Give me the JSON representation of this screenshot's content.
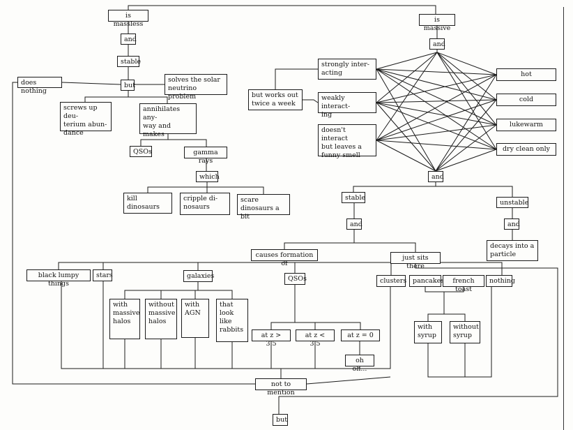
{
  "nodes": {
    "is_massless": "is massless",
    "and_1": "and",
    "stable_1": "stable",
    "but_1": "but",
    "does_nothing": "does nothing",
    "solves_solar": "solves the solar\nneutrino problem",
    "screws_up": "screws up deu-\nterium abun-\ndance",
    "annihilates": "annihilates any-\nway and makes",
    "qsos_1": "QSOs",
    "gamma_rays": "gamma rays",
    "which": "which",
    "kill_dinosaurs": "kill dinosaurs",
    "cripple": "cripple di-\nnosaurs",
    "scare": "scare dinosaurs a\nbit",
    "is_massive": "is massive",
    "and_2": "and",
    "strongly": "strongly inter-\nacting",
    "weakly": "weakly interact-\ning",
    "doesnt_interact": "doesn't interact\nbut leaves a\nfunny smell",
    "works_out": "but works out\ntwice a week",
    "hot": "hot",
    "cold": "cold",
    "lukewarm": "lukewarm",
    "dry_clean": "dry clean only",
    "and_3": "and",
    "stable_2": "stable",
    "unstable": "unstable",
    "and_4": "and",
    "and_5": "and",
    "decays": "decays into a\nparticle",
    "causes": "causes formation of",
    "just_sits": "just sits there",
    "black_lumpy": "black lumpy things",
    "stars": "stars",
    "galaxies": "galaxies",
    "qsos_2": "QSOs",
    "clusters": "clusters",
    "pancakes": "pancakes",
    "french_toast": "french toast",
    "nothing": "nothing",
    "with_halos": "with\nmassive\nhalos",
    "without_halos": "without\nmassive\nhalos",
    "with_agn": "with\nAGN",
    "rabbits": "that\nlook\nlike\nrabbits",
    "z_gt": "at z > 3.5",
    "z_lt": "at z < 3.5",
    "z_eq": "at z = 0",
    "oh_oh": "oh oh...",
    "with_syrup": "with\nsyrup",
    "without_syrup": "without\nsyrup",
    "not_to_mention": "not to mention",
    "but_2": "but"
  }
}
